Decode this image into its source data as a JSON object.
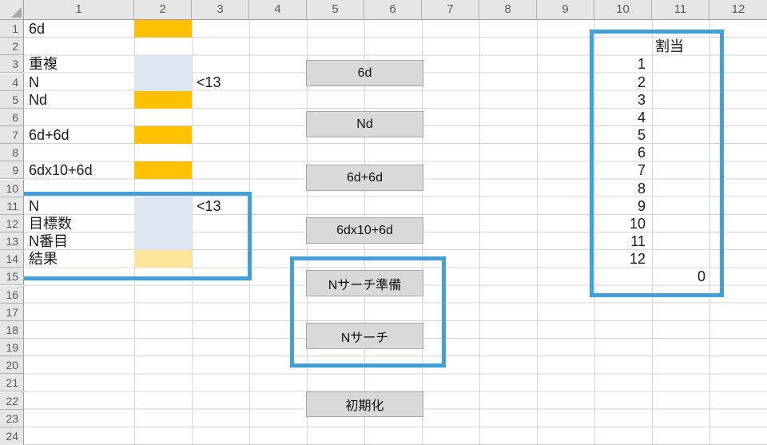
{
  "sheet": {
    "column_headers": [
      "1",
      "2",
      "3",
      "4",
      "5",
      "6",
      "7",
      "8",
      "9",
      "10",
      "11",
      "12"
    ],
    "row_headers": [
      "1",
      "2",
      "3",
      "4",
      "5",
      "6",
      "7",
      "8",
      "9",
      "10",
      "11",
      "12",
      "13",
      "14",
      "15",
      "16",
      "17",
      "18",
      "19",
      "20",
      "21",
      "22",
      "23",
      "24"
    ],
    "cells": {
      "r1c1": "6d",
      "r3c1": "重複",
      "r4c1": "N",
      "r4c3": "<13",
      "r5c1": "Nd",
      "r7c1": "6d+6d",
      "r9c1": "6dx10+6d",
      "r11c1": "N",
      "r11c3": "<13",
      "r12c1": "目標数",
      "r13c1": "N番目",
      "r14c1": "結果",
      "allocation_header": "割当",
      "allocation_numbers": [
        "1",
        "2",
        "3",
        "4",
        "5",
        "6",
        "7",
        "8",
        "9",
        "10",
        "11",
        "12"
      ],
      "allocation_result": "0"
    }
  },
  "buttons": {
    "roll_6d": "6d",
    "roll_nd": "Nd",
    "roll_6d_plus_6d": "6d+6d",
    "roll_6dx10_plus_6d": "6dx10+6d",
    "n_search_prepare": "Nサーチ準備",
    "n_search": "Nサーチ",
    "initialize": "初期化"
  },
  "colors": {
    "orange_fill": "#FFC000",
    "light_blue_fill": "#DCE6F1",
    "cream_fill": "#FFE699",
    "shape_border_blue": "#41A0DC",
    "button_fill": "#D9D9D9"
  }
}
